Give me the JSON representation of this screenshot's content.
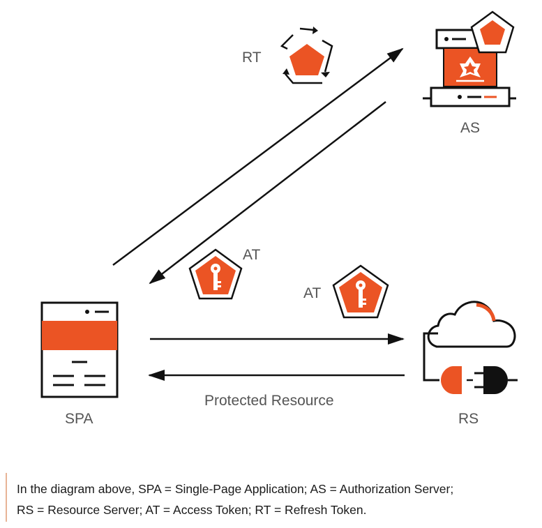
{
  "colors": {
    "accent": "#eb5424",
    "line": "#111111",
    "label": "#555555",
    "caption_bar": "#e8b496"
  },
  "nodes": {
    "spa": "SPA",
    "as": "AS",
    "rs": "RS"
  },
  "tokens": {
    "refresh": "RT",
    "access_upper": "AT",
    "access_lower": "AT"
  },
  "flows": {
    "protected_resource": "Protected Resource"
  },
  "icons": {
    "spa": "browser-window-icon",
    "as": "authorization-server-icon",
    "rs": "cloud-plug-icon",
    "refresh_token": "refresh-pentagon-icon",
    "access_token": "key-pentagon-icon"
  },
  "caption": {
    "line1": "In the diagram above, SPA = Single-Page Application; AS = Authorization Server;",
    "line2": "RS = Resource Server; AT = Access Token; RT = Refresh Token."
  }
}
